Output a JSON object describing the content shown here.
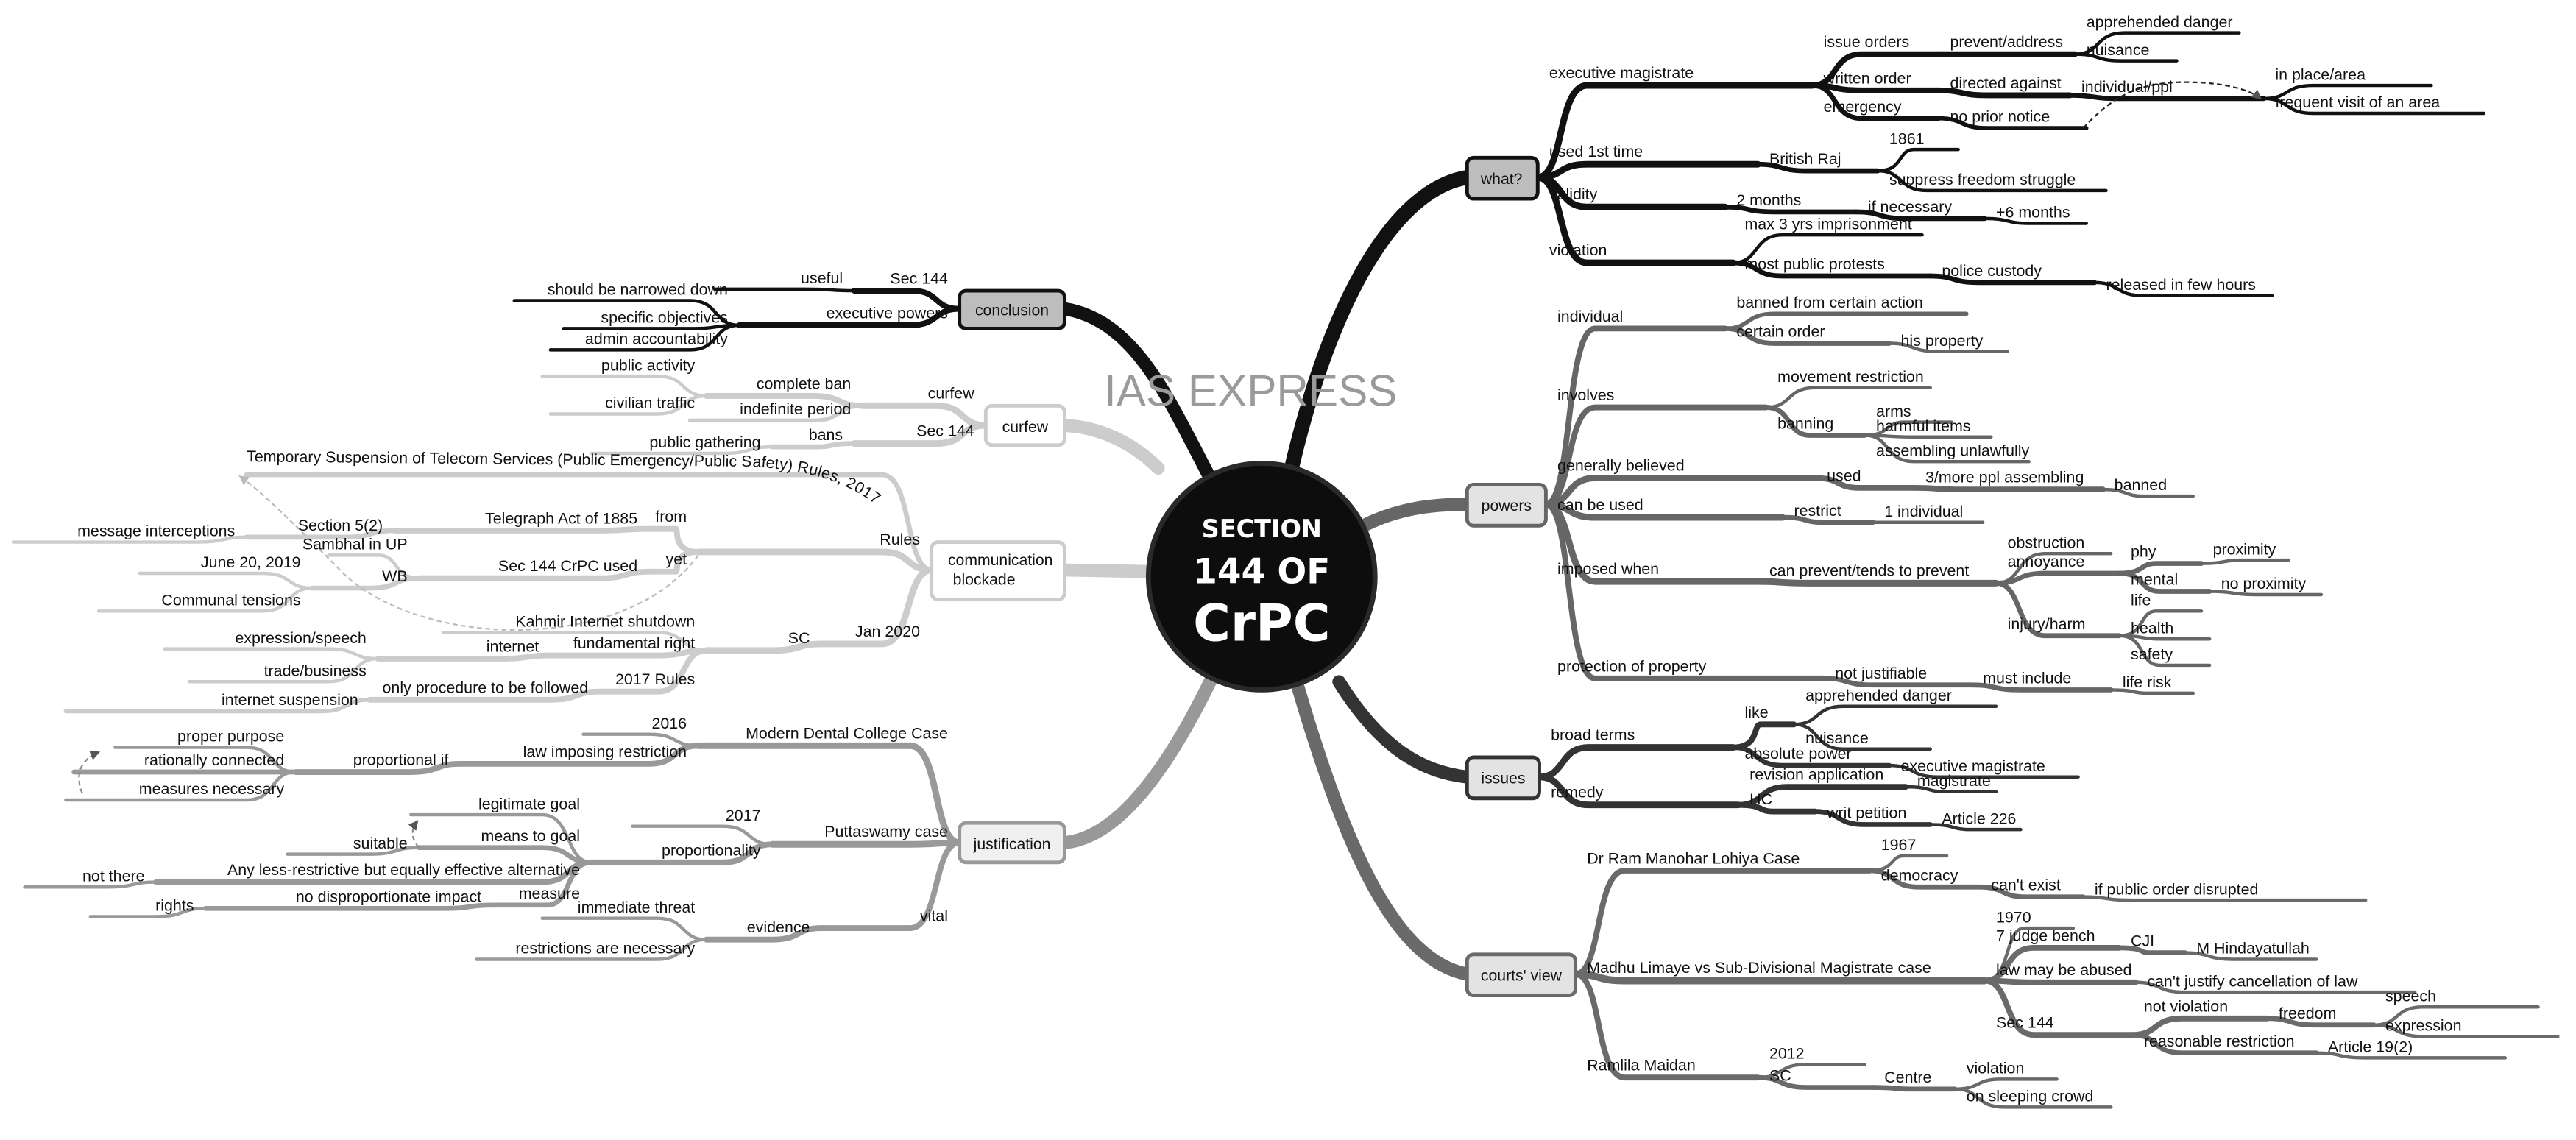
{
  "center": {
    "line1": "SECTION",
    "line2": "144 OF",
    "line3": "CrPC"
  },
  "watermark": "IAS EXPRESS",
  "colors": {
    "what": "#111111",
    "powers": "#666666",
    "issues": "#333333",
    "courts": "#6a6a6a",
    "conclusion": "#111111",
    "curfew": "#cccccc",
    "comm": "#cccccc",
    "justification": "#999999"
  },
  "what": {
    "label": "what?",
    "items": {
      "exec_mag": "executive magistrate",
      "issue_orders": "issue orders",
      "prevent": "prevent/address",
      "app_danger": "apprehended danger",
      "nuisance": "nuisance",
      "written_order": "written order",
      "directed": "directed against",
      "individual": "individual/ppl",
      "in_place": "in place/area",
      "frequent": "frequent visit of an area",
      "emergency": "emergency",
      "no_notice": "no prior notice",
      "used_first": "used 1st time",
      "british": "British Raj",
      "y1861": "1861",
      "suppress": "suppress freedom struggle",
      "validity": "validity",
      "two_months": "2 months",
      "if_nec": "if necessary",
      "six_months": "+6 months",
      "violation": "violation",
      "max3": "max 3 yrs imprisonment",
      "most_protests": "most public protests",
      "police": "police custody",
      "released": "released in few hours"
    }
  },
  "powers": {
    "label": "powers",
    "items": {
      "individual": "individual",
      "banned_action": "banned from certain action",
      "certain_order": "certain order",
      "his_property": "his property",
      "involves": "involves",
      "movement": "movement restriction",
      "banning": "banning",
      "arms": "arms",
      "harmful": "harmful items",
      "assembling": "assembling unlawfully",
      "gen_believed": "generally believed",
      "used": "used",
      "three_more": "3/more ppl assembling",
      "banned": "banned",
      "can_be_used": "can be used",
      "restrict": "restrict",
      "one_ind": "1 individual",
      "imposed": "imposed when",
      "can_prevent": "can prevent/tends to prevent",
      "obstruction": "obstruction",
      "annoyance": "annoyance",
      "phy": "phy",
      "proximity": "proximity",
      "mental": "mental",
      "no_proximity": "no proximity",
      "injury": "injury/harm",
      "life": "life",
      "health": "health",
      "safety": "safety",
      "protection": "protection of property",
      "not_just": "not justifiable",
      "must_include": "must include",
      "life_risk": "life risk"
    }
  },
  "issues": {
    "label": "issues",
    "items": {
      "broad": "broad terms",
      "like": "like",
      "app_danger": "apprehended danger",
      "nuisance": "nuisance",
      "absolute": "absolute power",
      "exec_mag": "executive magistrate",
      "remedy": "remedy",
      "revision": "revision application",
      "magistrate": "magistrate",
      "hc": "HC",
      "writ": "writ petition",
      "art226": "Article 226"
    }
  },
  "courts": {
    "label": "courts' view",
    "items": {
      "lohiya": "Dr Ram Manohar Lohiya Case",
      "y1967": "1967",
      "democracy": "democracy",
      "cant_exist": "can't exist",
      "if_public": "if public order disrupted",
      "madhu": "Madhu Limaye vs Sub-Divisional Magistrate case",
      "y1970": "1970",
      "seven_judge": "7 judge bench",
      "cji": "CJI",
      "hidayatullah": "M Hindayatullah",
      "law_abused": "law may be abused",
      "cant_justify": "can't justify cancellation of law",
      "sec144": "Sec 144",
      "not_violation": "not violation",
      "freedom": "freedom",
      "speech": "speech",
      "expression": "expression",
      "reasonable": "reasonable restriction",
      "art19": "Article 19(2)",
      "ramlila": "Ramlila Maidan",
      "y2012": "2012",
      "sc": "SC",
      "centre": "Centre",
      "violation": "violation",
      "sleeping": "on sleeping crowd"
    }
  },
  "conclusion": {
    "label": "conclusion",
    "items": {
      "sec144": "Sec 144",
      "useful": "useful",
      "exec_powers": "executive powers",
      "narrowed": "should be narrowed down",
      "specific": "specific objectives",
      "admin": "admin accountability"
    }
  },
  "curfew": {
    "label": "curfew",
    "items": {
      "curfew": "curfew",
      "complete_ban": "complete ban",
      "public_activity": "public activity",
      "civilian": "civilian traffic",
      "indefinite": "indefinite period",
      "sec144": "Sec 144",
      "bans": "bans",
      "gathering": "public gathering"
    }
  },
  "comm": {
    "label_line1": "communication",
    "label_line2": "blockade",
    "items": {
      "temp_rules": "Temporary Suspension of Telecom Services (Public Emergency/Public Safety) Rules, 2017",
      "rules": "Rules",
      "from": "from",
      "telegraph": "Telegraph Act of 1885",
      "section52": "Section 5(2)",
      "interceptions": "message interceptions",
      "yet": "yet",
      "sec144_used": "Sec 144 CrPC used",
      "sambhal": "Sambhal in UP",
      "wb": "WB",
      "june": "June 20, 2019",
      "communal": "Communal tensions",
      "jan2020": "Jan 2020",
      "sc": "SC",
      "kashmir": "Kahmir Internet shutdown",
      "fundamental": "fundamental right",
      "internet": "internet",
      "expression": "expression/speech",
      "trade": "trade/business",
      "rules2017": "2017 Rules",
      "only_proc": "only procedure to be followed",
      "suspension": "internet suspension"
    }
  },
  "justification": {
    "label": "justification",
    "items": {
      "dental": "Modern Dental College Case",
      "y2016": "2016",
      "law_imposing": "law imposing restriction",
      "prop_if": "proportional if",
      "proper": "proper purpose",
      "rational": "rationally connected",
      "measures": "measures necessary",
      "puttaswamy": "Puttaswamy case",
      "y2017": "2017",
      "proportionality": "proportionality",
      "legit": "legitimate goal",
      "means": "means to goal",
      "suitable": "suitable",
      "less_restrictive": "Any less-restrictive but equally effective alternative",
      "not_there": "not there",
      "measure": "measure",
      "no_disprop": "no disproportionate impact",
      "rights": "rights",
      "vital": "vital",
      "evidence": "evidence",
      "immediate": "immediate threat",
      "restrictions": "restrictions are necessary"
    }
  }
}
